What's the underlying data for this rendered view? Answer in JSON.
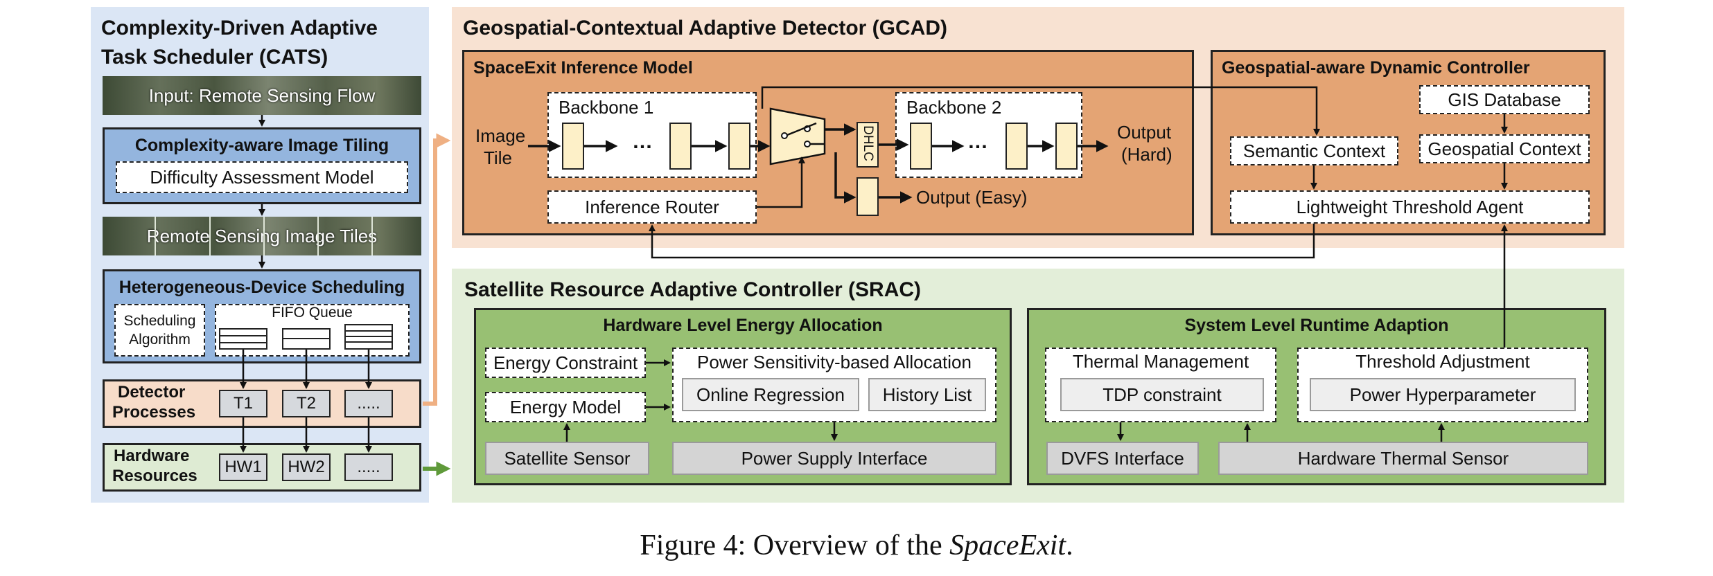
{
  "cats": {
    "title_line1": "Complexity-Driven Adaptive",
    "title_line2": "Task Scheduler (CATS)",
    "input_band": "Input: Remote Sensing Flow",
    "tiling_title": "Complexity-aware Image Tiling",
    "difficulty_model": "Difficulty Assessment Model",
    "tiles_band": "Remote Sensing Image Tiles",
    "hetero_title": "Heterogeneous-Device Scheduling",
    "sched_algo_line1": "Scheduling",
    "sched_algo_line2": "Algorithm",
    "fifo_label": "FIFO Queue",
    "detector_line1": "Detector",
    "detector_line2": "Processes",
    "tasks": [
      "T1",
      "T2",
      "....."
    ],
    "hardware_line1": "Hardware",
    "hardware_line2": "Resources",
    "hw": [
      "HW1",
      "HW2",
      "....."
    ]
  },
  "gcad": {
    "title": "Geospatial-Contextual Adaptive Detector (GCAD)",
    "inference_title": "SpaceExit Inference Model",
    "image_tile_line1": "Image",
    "image_tile_line2": "Tile",
    "backbone1": "Backbone 1",
    "backbone2": "Backbone 2",
    "ellipsis": "…",
    "dhlc": "DHLC",
    "output_hard_line1": "Output",
    "output_hard_line2": "(Hard)",
    "output_easy": "Output (Easy)",
    "inference_router": "Inference Router",
    "controller_title": "Geospatial-aware Dynamic Controller",
    "gis_database": "GIS Database",
    "semantic_context": "Semantic Context",
    "geospatial_context": "Geospatial Context",
    "threshold_agent": "Lightweight Threshold Agent"
  },
  "srac": {
    "title": "Satellite Resource Adaptive Controller (SRAC)",
    "hw_energy_title": "Hardware Level Energy Allocation",
    "energy_constraint": "Energy Constraint",
    "energy_model": "Energy Model",
    "power_alloc_title": "Power Sensitivity-based Allocation",
    "online_regression": "Online Regression",
    "history_list": "History List",
    "satellite_sensor": "Satellite Sensor",
    "power_supply": "Power Supply Interface",
    "runtime_title": "System Level Runtime Adaption",
    "thermal_mgmt": "Thermal Management",
    "tdp_constraint": "TDP constraint",
    "threshold_adjust": "Threshold Adjustment",
    "power_hyper": "Power Hyperparameter",
    "dvfs": "DVFS Interface",
    "thermal_sensor": "Hardware Thermal Sensor"
  },
  "caption": {
    "prefix": "Figure 4: Overview of the ",
    "name": "SpaceExit",
    "suffix": "."
  },
  "colors": {
    "cats_bg": "#dbe6f5",
    "cats_module": "#94b5de",
    "detector_bg": "#f7dcc9",
    "hardware_bg": "#deebd3",
    "gcad_bg": "#f8e2d2",
    "gcad_module": "#e4a474",
    "srac_bg": "#e3eed9",
    "srac_module": "#98c073",
    "orange_arrow": "#efb083",
    "green_arrow": "#5f9a3a"
  }
}
